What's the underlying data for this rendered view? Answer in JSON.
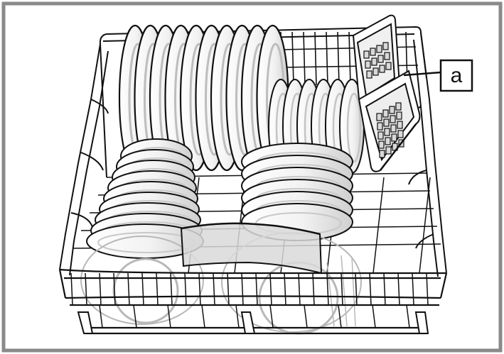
{
  "figure": {
    "callout_label": "a",
    "colors": {
      "frame": "#8a8a8a",
      "line": "#111111",
      "fill": "#ffffff",
      "shade": "#d9d9d9",
      "shade_dark": "#bdbdbd"
    }
  },
  "items": {
    "back_plates": 10,
    "small_plates": 6,
    "left_stack_plates": 9,
    "middle_stack_plates": 6
  }
}
